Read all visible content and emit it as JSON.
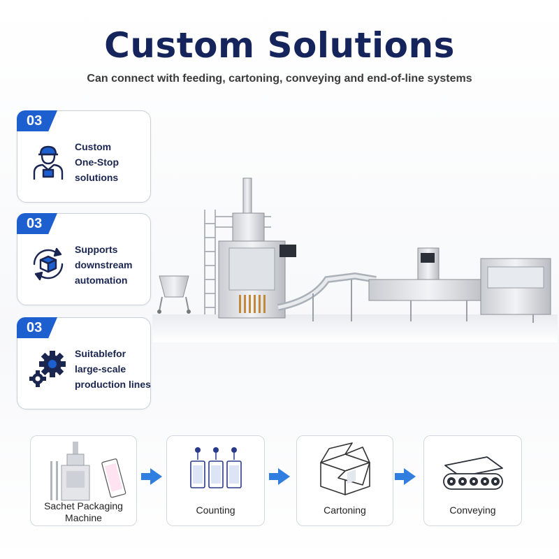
{
  "header": {
    "title": "Custom Solutions",
    "subtitle": "Can connect with feeding, cartoning, conveying and end-of-line systems"
  },
  "features": [
    {
      "badge": "03",
      "lines": [
        "Custom",
        "One-Stop",
        "solutions"
      ],
      "icon": "worker-icon"
    },
    {
      "badge": "03",
      "lines": [
        "Supports",
        "downstream",
        "automation"
      ],
      "icon": "box-cycle-icon"
    },
    {
      "badge": "03",
      "lines": [
        "Suitablefor",
        "large-scale",
        "production lines"
      ],
      "icon": "gears-icon"
    }
  ],
  "process": [
    {
      "label_lines": [
        "Sachet Packaging",
        "Machine"
      ],
      "icon": "sachet-machine-icon"
    },
    {
      "label_lines": [
        "Counting"
      ],
      "icon": "counting-icon"
    },
    {
      "label_lines": [
        "Cartoning"
      ],
      "icon": "carton-box-icon"
    },
    {
      "label_lines": [
        "Conveying"
      ],
      "icon": "conveyor-icon"
    }
  ],
  "colors": {
    "title": "#16245c",
    "accent": "#1e5fd0",
    "arrow": "#2f7ee0",
    "feature_text": "#1a2550"
  }
}
